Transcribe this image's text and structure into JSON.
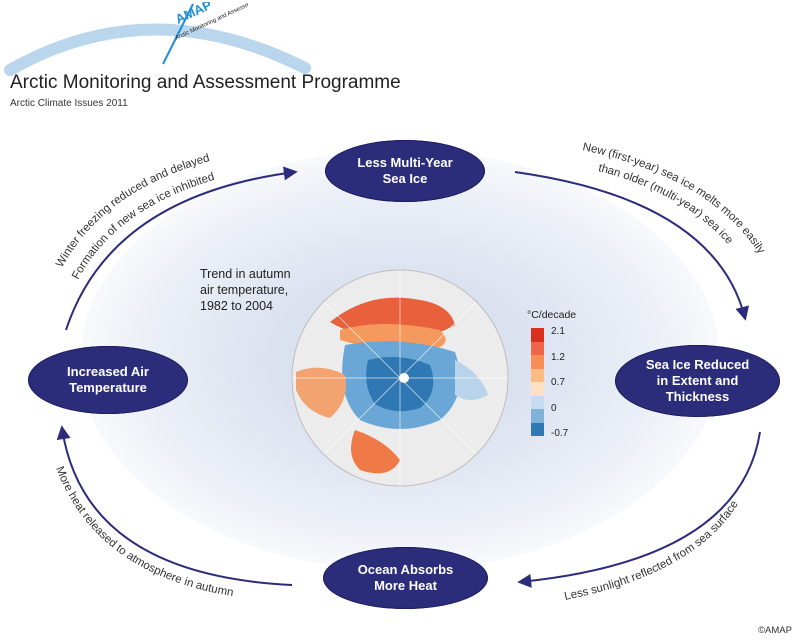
{
  "header": {
    "title": "Arctic Monitoring and Assessment Programme",
    "subtitle": "Arctic Climate Issues 2011",
    "logo_text": "AMAP",
    "logo_subtext": "Arctic Monitoring and Assessment Programme"
  },
  "nodes": {
    "top": "Less Multi-Year\nSea Ice",
    "right": "Sea Ice Reduced\nin Extent and\nThickness",
    "bottom": "Ocean Absorbs\nMore Heat",
    "left": "Increased Air\nTemperature"
  },
  "arrows": {
    "top_left_line1": "Winter freezing reduced and delayed",
    "top_left_line2": "Formation of new sea ice inhibited",
    "top_right_line1": "New (first-year) sea ice melts more easily",
    "top_right_line2": "than older (multi-year) sea ice",
    "bottom_right": "Less sunlight reflected from sea surface",
    "bottom_left": "More heat released to atmosphere in autumn"
  },
  "map": {
    "label": "Trend in autumn\nair temperature,\n1982 to 2004"
  },
  "legend": {
    "title": "°C/decade",
    "ticks": [
      "2.1",
      "1.2",
      "0.7",
      "0",
      "-0.7"
    ],
    "colors": [
      "#d7301f",
      "#ef6548",
      "#f78e55",
      "#fdbb84",
      "#fde0c5",
      "#c6dbef",
      "#7fb2d9",
      "#2f78b3"
    ]
  },
  "colors": {
    "node_fill": "#2b2c7a",
    "arrow": "#2b2c7a",
    "logo_arc": "#b9d6ec",
    "logo_accent": "#1f8fd6"
  },
  "copyright": "©AMAP"
}
